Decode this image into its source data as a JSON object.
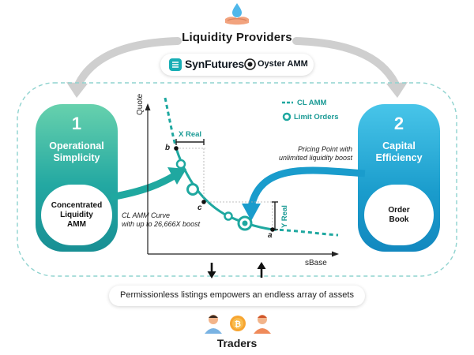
{
  "header": {
    "title": "Liquidity Providers",
    "logo_synfutures": "SynFutures",
    "logo_oyster": "Oyster AMM"
  },
  "left_panel": {
    "number": "1",
    "title_line1": "Operational",
    "title_line2": "Simplicity",
    "inner_line1": "Concentrated",
    "inner_line2": "Liquidity",
    "inner_line3": "AMM"
  },
  "right_panel": {
    "number": "2",
    "title_line1": "Capital",
    "title_line2": "Efficiency",
    "inner_line1": "Order",
    "inner_line2": "Book"
  },
  "chart": {
    "y_axis_label": "Quote",
    "x_axis_label": "sBase",
    "legend": [
      {
        "label": "CL AMM",
        "marker": "dash"
      },
      {
        "label": "Limit Orders",
        "marker": "gear"
      }
    ],
    "x_real_label": "X Real",
    "y_real_label": "Y Real",
    "point_labels": [
      "a",
      "b",
      "c"
    ],
    "annotation_curve_line1": "CL AMM Curve",
    "annotation_curve_line2": "with up to 26,666X boost",
    "annotation_pricing_line1": "Pricing Point with",
    "annotation_pricing_line2": "unlimited liquidity boost"
  },
  "footer": {
    "statement": "Permissionless listings empowers an endless array of assets",
    "title": "Traders"
  },
  "colors": {
    "teal": "#1fa8a0",
    "blue": "#1a9ccc",
    "dark": "#1b1b1b"
  }
}
